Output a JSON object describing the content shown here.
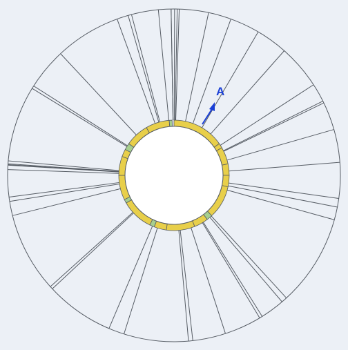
{
  "annotation": {
    "label": "A",
    "color": "#1a3fd6"
  },
  "colors": {
    "background": "#ecf0f6",
    "line": "#555b63",
    "inner_fill": "#ffffff",
    "segment_yellow": "#e8cf4a",
    "segment_green": "#a7cf8e"
  },
  "spoke_angles_deg": [
    -1,
    0.2,
    1.1,
    1.8,
    12,
    20,
    30.4,
    41.5,
    57,
    63.5,
    64.2,
    74,
    85.5,
    98,
    101,
    105.5,
    137.5,
    139.5,
    148,
    149,
    162,
    173.5,
    175,
    197.5,
    203,
    227,
    228,
    256,
    261,
    262.5,
    272,
    273.5,
    273.7,
    274,
    275,
    301.5,
    302.5,
    317,
    340,
    344,
    345.2,
    354.6,
    359
  ],
  "ring_segments": [
    {
      "start": 0,
      "end": 55,
      "color": "yellow"
    },
    {
      "start": 55,
      "end": 60,
      "color": "yellow"
    },
    {
      "start": 60,
      "end": 78,
      "color": "yellow"
    },
    {
      "start": 78,
      "end": 90,
      "color": "yellow"
    },
    {
      "start": 90,
      "end": 102,
      "color": "yellow"
    },
    {
      "start": 102,
      "end": 137,
      "color": "yellow"
    },
    {
      "start": 137,
      "end": 143,
      "color": "green"
    },
    {
      "start": 143,
      "end": 158,
      "color": "yellow"
    },
    {
      "start": 158,
      "end": 188,
      "color": "yellow"
    },
    {
      "start": 188,
      "end": 201,
      "color": "yellow"
    },
    {
      "start": 201,
      "end": 206,
      "color": "green"
    },
    {
      "start": 206,
      "end": 240,
      "color": "yellow"
    },
    {
      "start": 240,
      "end": 244,
      "color": "green"
    },
    {
      "start": 244,
      "end": 270,
      "color": "yellow"
    },
    {
      "start": 270,
      "end": 290,
      "color": "yellow"
    },
    {
      "start": 290,
      "end": 298,
      "color": "yellow"
    },
    {
      "start": 298,
      "end": 305,
      "color": "green"
    },
    {
      "start": 305,
      "end": 330,
      "color": "yellow"
    },
    {
      "start": 330,
      "end": 355,
      "color": "yellow"
    },
    {
      "start": 355,
      "end": 358,
      "color": "green"
    }
  ]
}
